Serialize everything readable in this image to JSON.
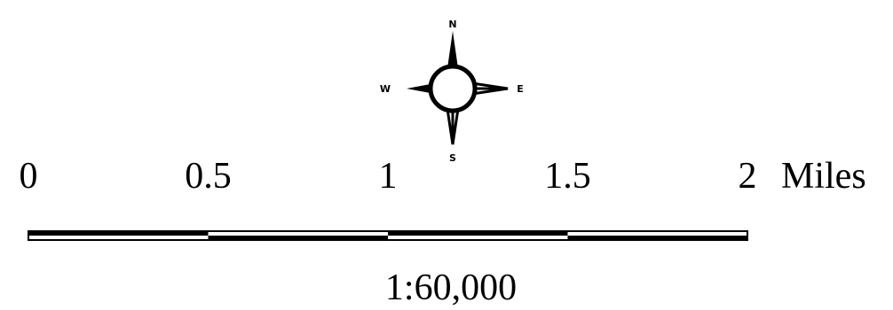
{
  "compass": {
    "north": "N",
    "south": "S",
    "east": "E",
    "west": "W"
  },
  "scale_bar": {
    "ticks": [
      "0",
      "0.5",
      "1",
      "1.5",
      "2"
    ],
    "units": "Miles",
    "segments": 4,
    "ratio": "1:60,000"
  },
  "colors": {
    "ink": "#000000",
    "paper": "#ffffff"
  }
}
